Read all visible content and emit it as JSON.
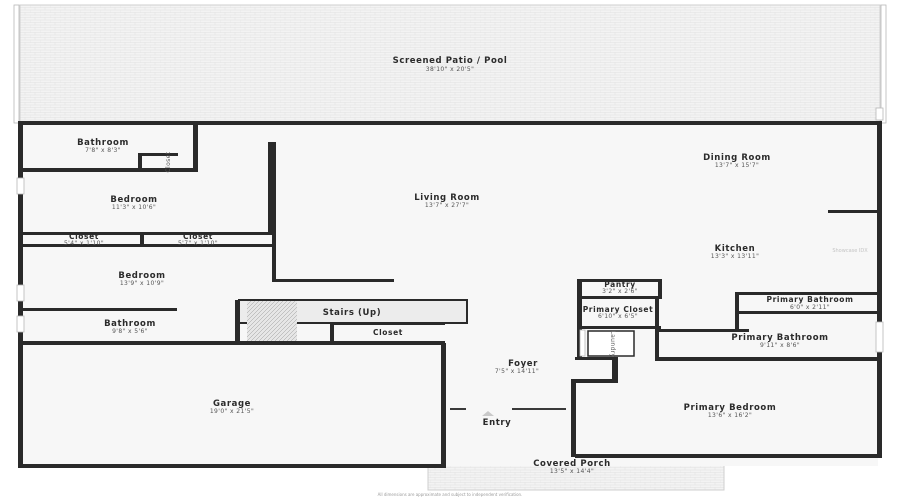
{
  "plan": {
    "footnote": "All dimensions are approximate and subject to independent verification.",
    "watermark": "Showcase IDX"
  },
  "rooms": {
    "screened_patio": {
      "name": "Screened Patio / Pool",
      "dim": "38'10\" x 20'5\""
    },
    "bathroom_1": {
      "name": "Bathroom",
      "dim": "7'8\" x 8'3\""
    },
    "closet_small": {
      "name": "Closet"
    },
    "bedroom_1": {
      "name": "Bedroom",
      "dim": "11'3\" x 10'6\""
    },
    "closet_a": {
      "name": "Closet",
      "dim": "5'4\" x 1'10\""
    },
    "closet_b": {
      "name": "Closet",
      "dim": "5'7\" x 1'10\""
    },
    "bedroom_2": {
      "name": "Bedroom",
      "dim": "13'9\" x 10'9\""
    },
    "bathroom_2": {
      "name": "Bathroom",
      "dim": "9'8\" x 5'6\""
    },
    "living_room": {
      "name": "Living Room",
      "dim": "13'7\" x 27'7\""
    },
    "dining_room": {
      "name": "Dining Room",
      "dim": "13'7\" x 15'7\""
    },
    "kitchen": {
      "name": "Kitchen",
      "dim": "13'3\" x 13'11\""
    },
    "stairs": {
      "name": "Stairs (Up)"
    },
    "closet_hall": {
      "name": "Closet"
    },
    "pantry": {
      "name": "Pantry",
      "dim": "3'2\" x 2'6\""
    },
    "primary_closet": {
      "name": "Primary Closet",
      "dim": "6'10\" x 6'5\""
    },
    "primary_bathroom_wc": {
      "name": "Primary Bathroom",
      "dim": "6'0\" x 2'11\""
    },
    "laundry": {
      "name": "Laundry"
    },
    "primary_bathroom": {
      "name": "Primary Bathroom",
      "dim": "9'11\" x 8'6\""
    },
    "foyer": {
      "name": "Foyer",
      "dim": "7'5\" x 14'11\""
    },
    "garage": {
      "name": "Garage",
      "dim": "19'0\" x 21'5\""
    },
    "entry": {
      "name": "Entry"
    },
    "primary_bedroom": {
      "name": "Primary Bedroom",
      "dim": "13'6\" x 16'2\""
    },
    "covered_porch": {
      "name": "Covered Porch",
      "dim": "13'5\" x 14'4\""
    }
  }
}
